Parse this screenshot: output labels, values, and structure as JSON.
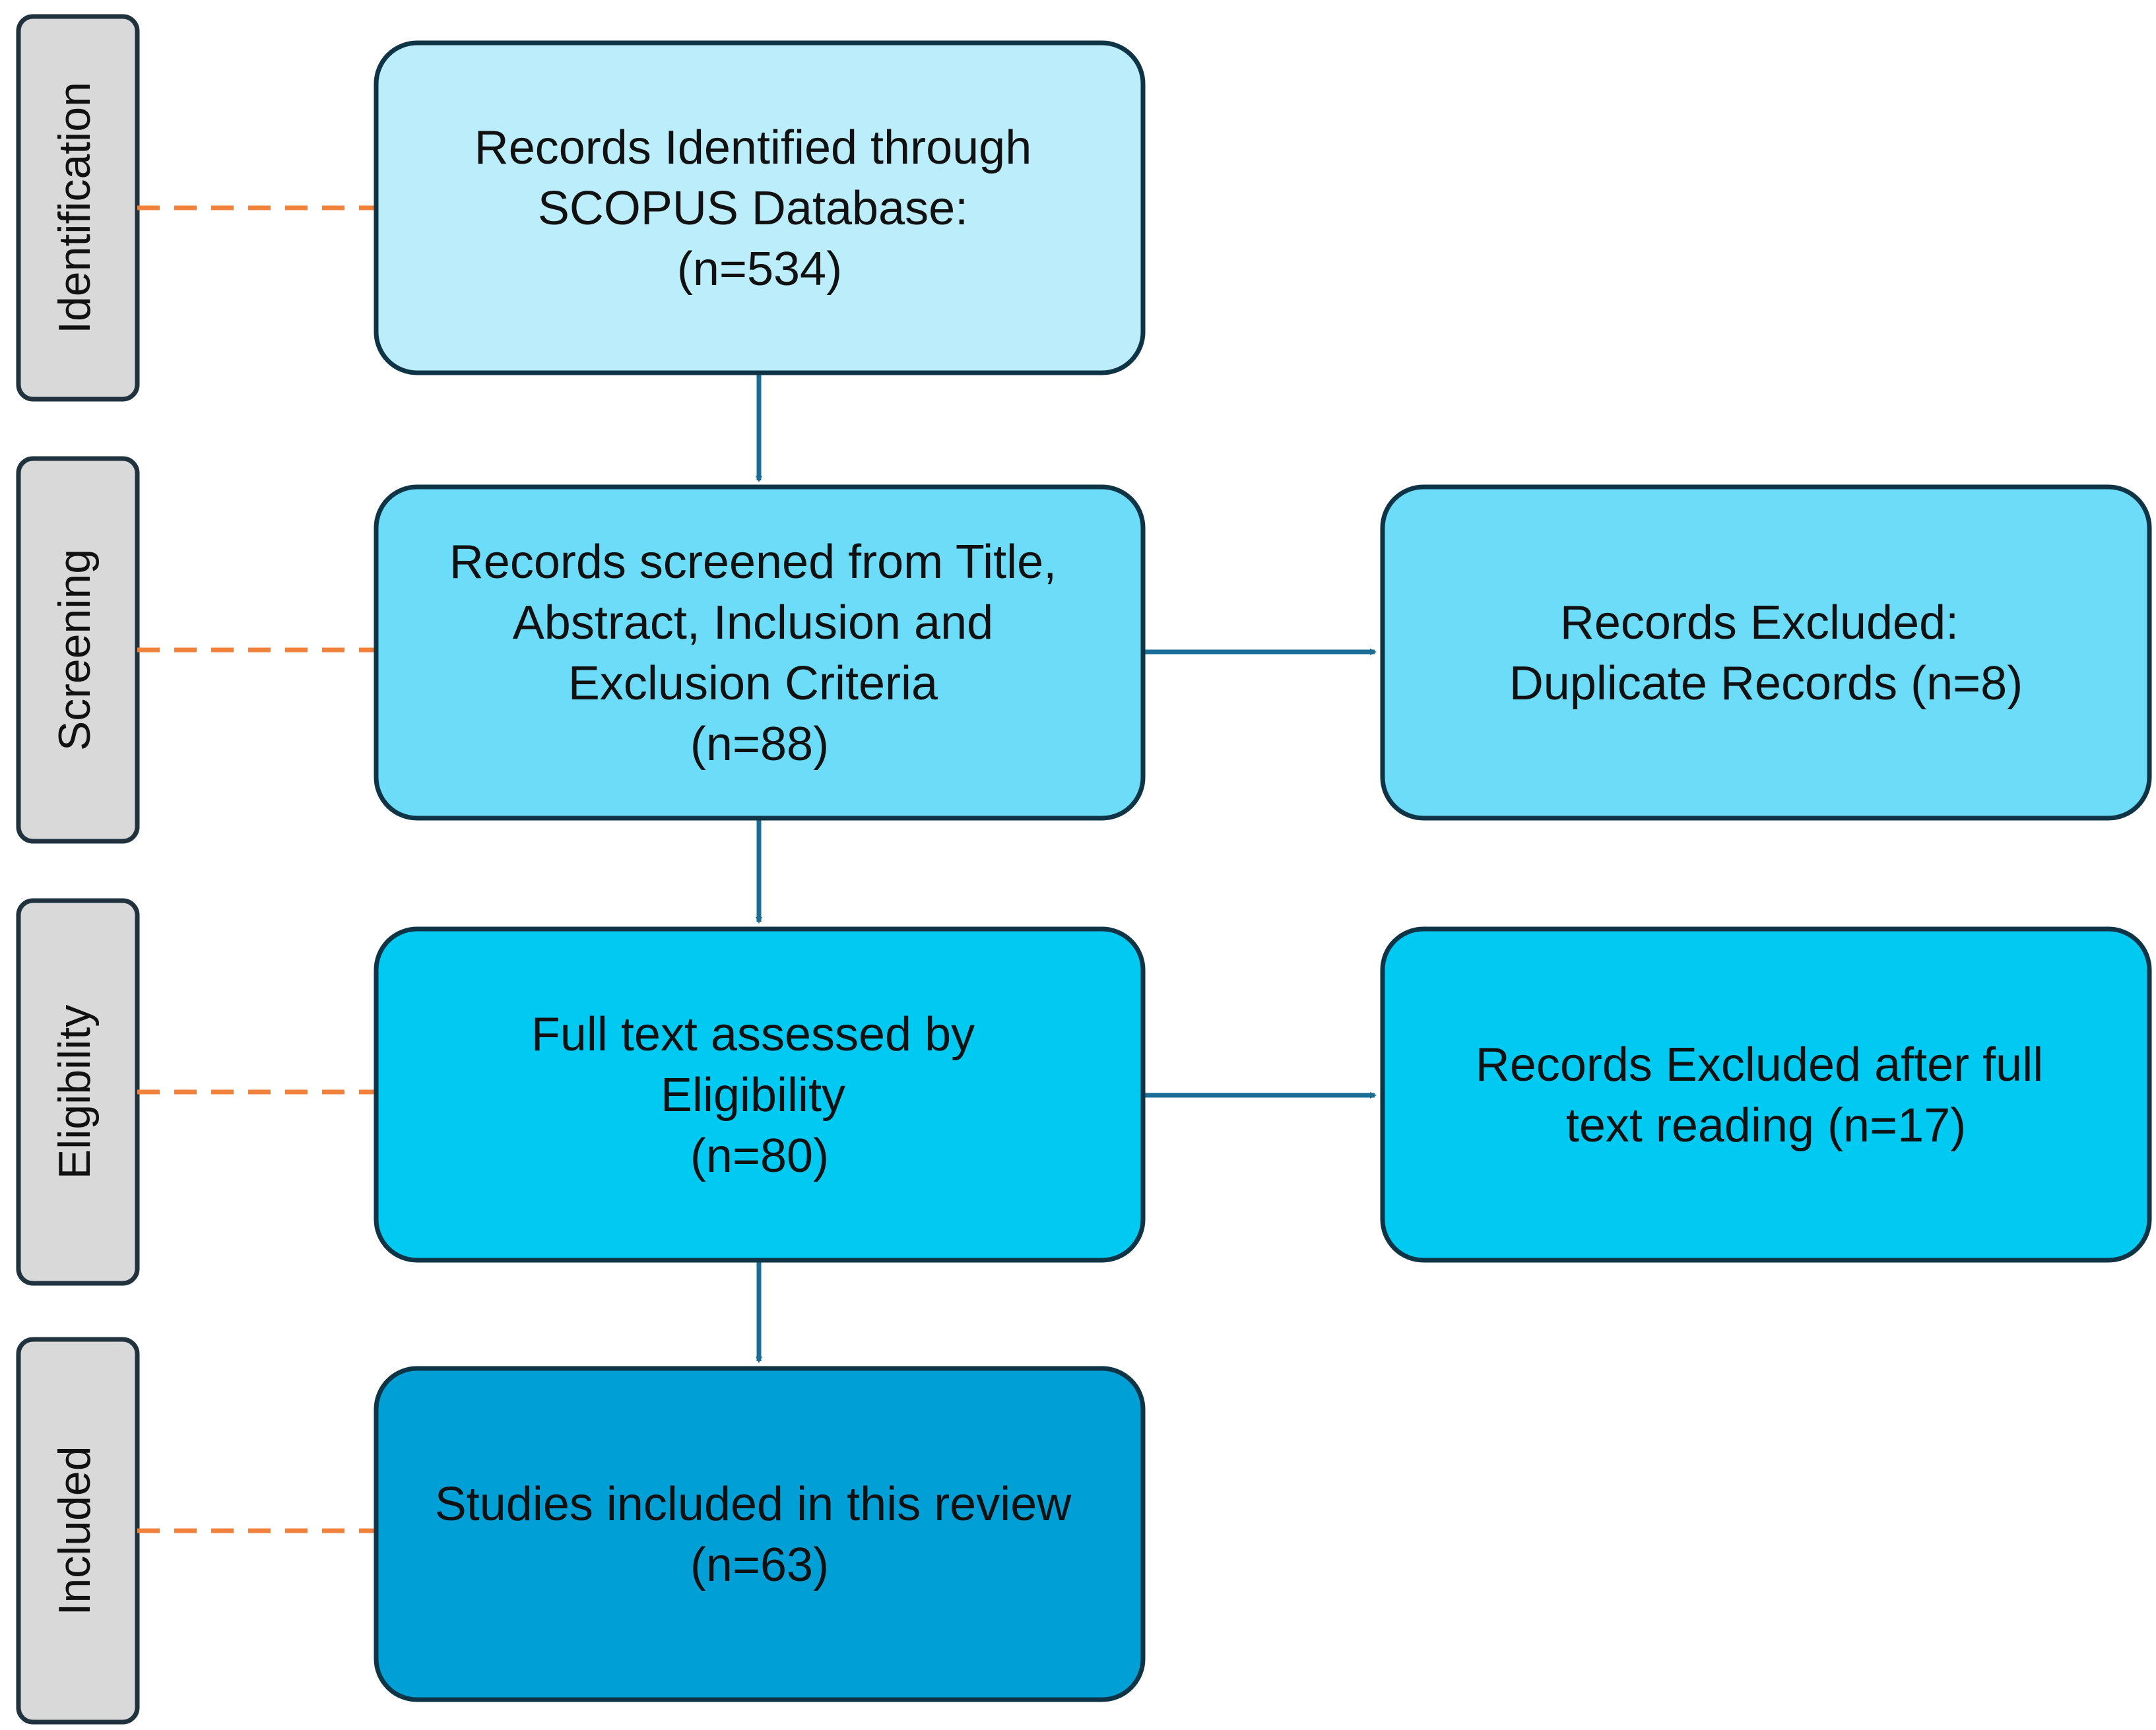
{
  "colors": {
    "stage_fill": "#d9d9d9",
    "stage_border": "#20323d",
    "box_border": "#0f3446",
    "arrow": "#1a6e96",
    "dashed_connector": "#f0823c",
    "box_identification": "#bcedfa",
    "box_screening": "#6cdcf8",
    "box_excluded_duplicates": "#6cdcf8",
    "box_eligibility": "#00c9f2",
    "box_excluded_fulltext": "#00c9f2",
    "box_included": "#009fd6"
  },
  "stages": [
    {
      "id": "identification",
      "label": "Identification"
    },
    {
      "id": "screening",
      "label": "Screening"
    },
    {
      "id": "eligibility",
      "label": "Eligibility"
    },
    {
      "id": "included",
      "label": "Included"
    }
  ],
  "boxes": {
    "identified": {
      "lines": [
        "Records Identified through",
        "SCOPUS Database:",
        "(n=534)"
      ]
    },
    "screened": {
      "lines": [
        "Records screened from Title,",
        "Abstract, Inclusion and",
        "Exclusion Criteria",
        "(n=88)"
      ]
    },
    "excluded_duplicates": {
      "lines": [
        "Records Excluded:",
        "Duplicate Records (n=8)"
      ]
    },
    "assessed": {
      "lines": [
        "Full text assessed by",
        "Eligibility",
        "(n=80)"
      ]
    },
    "excluded_fulltext": {
      "lines": [
        "Records Excluded after full",
        "text reading (n=17)"
      ]
    },
    "included": {
      "lines": [
        "Studies included in this review",
        "(n=63)"
      ]
    }
  }
}
